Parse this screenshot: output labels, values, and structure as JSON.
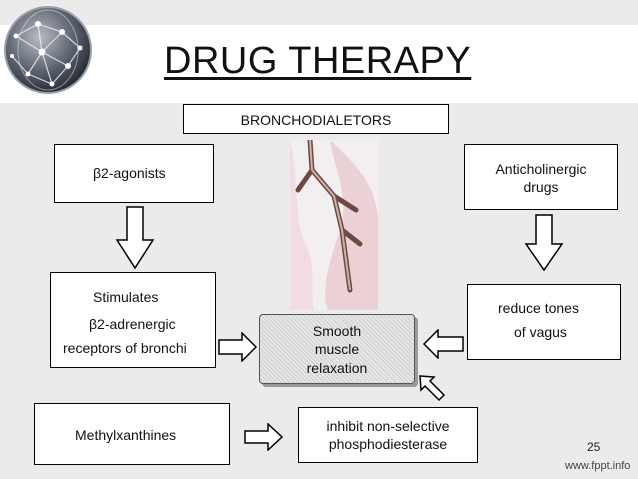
{
  "slide": {
    "title": "DRUG THERAPY",
    "header_box": "BRONCHODIALETORS",
    "beta_agonists": "β2-agonists",
    "anticholinergic": [
      "Anticholinergic",
      "drugs"
    ],
    "stimulates": [
      "Stimulates",
      "β2-adrenergic",
      "receptors of bronchi"
    ],
    "smooth": [
      "Smooth",
      "muscle",
      "relaxation"
    ],
    "reduce": [
      "reduce tones",
      "of vagus"
    ],
    "methylxanthines": "Methylxanthines",
    "inhibit": [
      "inhibit  non-selective",
      "phosphodiesterase"
    ],
    "page_number": "25",
    "footer": "www.fppt.info"
  },
  "colors": {
    "background": "#ebebeb",
    "header": "#ffffff",
    "box_border": "#000000"
  }
}
